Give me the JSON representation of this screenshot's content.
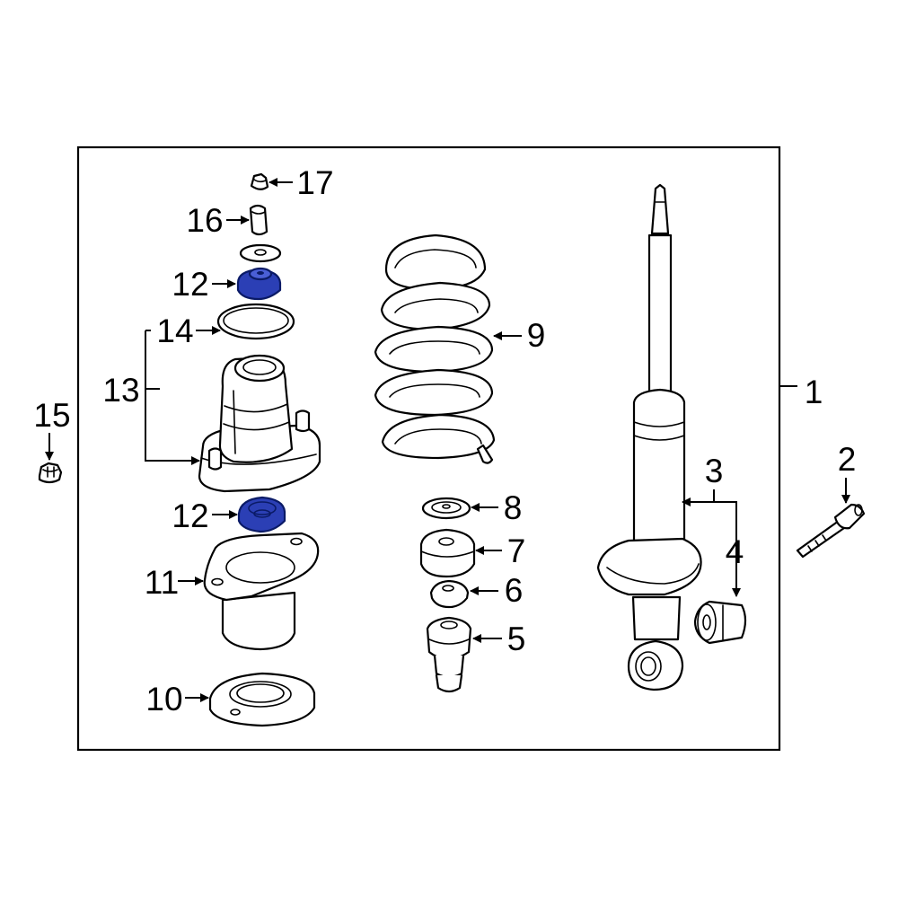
{
  "diagram": {
    "highlight_color": "#2b3fb5",
    "callouts": [
      {
        "id": "c1",
        "label": "1"
      },
      {
        "id": "c2",
        "label": "2"
      },
      {
        "id": "c3",
        "label": "3"
      },
      {
        "id": "c4",
        "label": "4"
      },
      {
        "id": "c5",
        "label": "5"
      },
      {
        "id": "c6",
        "label": "6"
      },
      {
        "id": "c7",
        "label": "7"
      },
      {
        "id": "c8",
        "label": "8"
      },
      {
        "id": "c9",
        "label": "9"
      },
      {
        "id": "c10",
        "label": "10"
      },
      {
        "id": "c11",
        "label": "11"
      },
      {
        "id": "c12a",
        "label": "12"
      },
      {
        "id": "c12b",
        "label": "12"
      },
      {
        "id": "c13",
        "label": "13"
      },
      {
        "id": "c14",
        "label": "14"
      },
      {
        "id": "c15",
        "label": "15"
      },
      {
        "id": "c16",
        "label": "16"
      },
      {
        "id": "c17",
        "label": "17"
      }
    ]
  }
}
